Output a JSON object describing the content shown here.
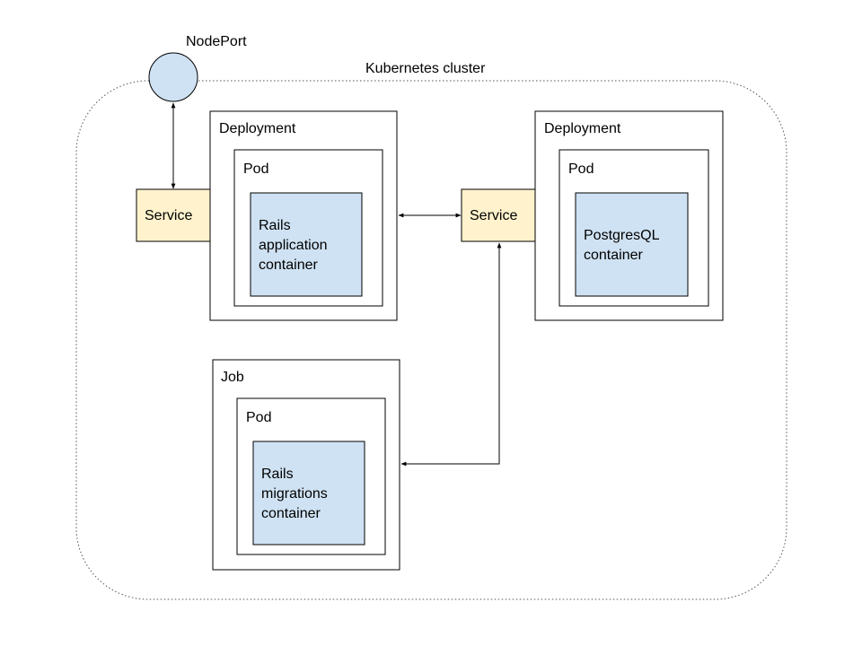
{
  "colors": {
    "container_fill": "#cfe2f3",
    "service_fill": "#fff2cc",
    "stroke": "#000000"
  },
  "nodeport": {
    "label": "NodePort"
  },
  "cluster": {
    "label": "Kubernetes cluster"
  },
  "rails_app": {
    "service": "Service",
    "deployment": "Deployment",
    "pod": "Pod",
    "container": "Rails\napplication\ncontainer"
  },
  "postgres": {
    "service": "Service",
    "deployment": "Deployment",
    "pod": "Pod",
    "container": "PostgresQL\ncontainer"
  },
  "migrations": {
    "job": "Job",
    "pod": "Pod",
    "container": "Rails\nmigrations\ncontainer"
  }
}
